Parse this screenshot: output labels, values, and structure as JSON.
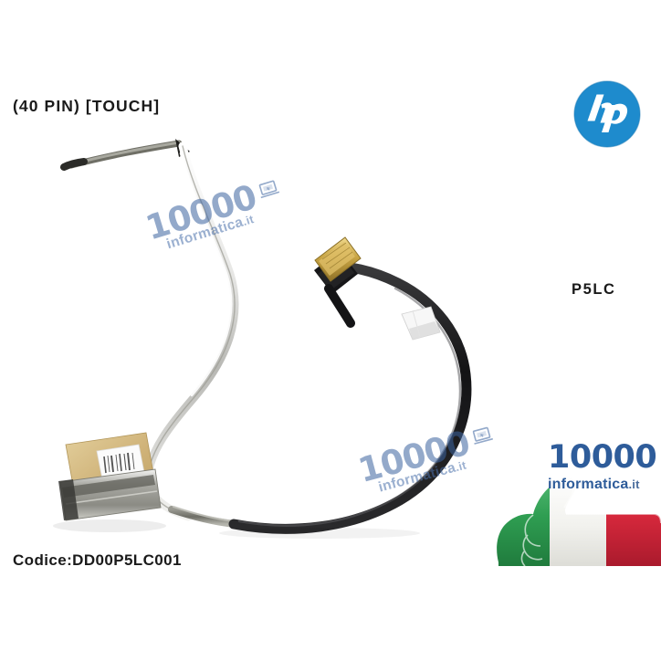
{
  "image": {
    "kind": "product-photo",
    "background_color": "#ffffff",
    "subject": "laptop-lcd-display-cable"
  },
  "labels": {
    "pin_spec": "(40 PIN) [TOUCH]",
    "model": "P5LC",
    "code": "Codice:DD00P5LC001"
  },
  "brand_logo": {
    "number": "10000",
    "name": "informatica",
    "tld": ".it",
    "icon": "laptop-icon",
    "blue": "#2e5c9a",
    "flag_green": "#2f9e52",
    "flag_white": "#f4f4f2",
    "flag_red": "#d6283c"
  },
  "watermarks": [
    {
      "number": "10000",
      "name": "informatica",
      "tld": ".it",
      "icon": "laptop-icon",
      "color": "#3b63a0"
    },
    {
      "number": "10000",
      "name": "informatica",
      "tld": ".it",
      "icon": "laptop-icon",
      "color": "#3b63a0"
    }
  ],
  "manufacturer_logo": {
    "name": "hp",
    "color": "#1e8bcd",
    "shape": "circle"
  },
  "cable": {
    "ribbon_color": "#d8d8d6",
    "jacket_color": "#141414",
    "connector_gold": "#c8a348",
    "connector_tape": "#d9c08a",
    "sticker_color": "#fbfbfb"
  }
}
